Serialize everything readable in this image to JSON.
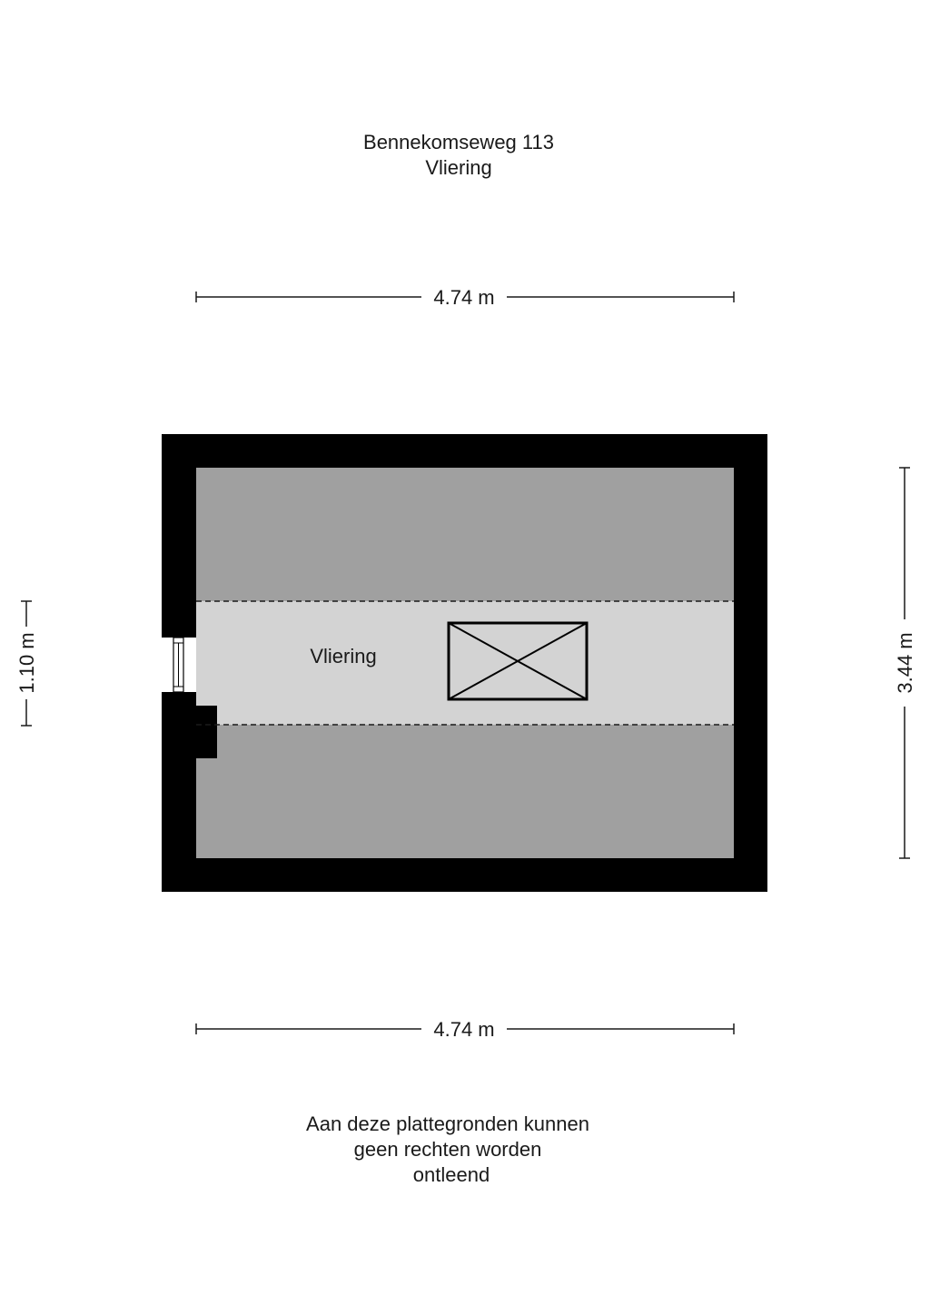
{
  "header": {
    "address": "Bennekomseweg 113",
    "floor_name": "Vliering"
  },
  "dimensions": {
    "top_width": "4.74 m",
    "bottom_width": "4.74 m",
    "right_height": "3.44 m",
    "left_height": "1.10 m"
  },
  "rooms": [
    {
      "label": "Vliering"
    }
  ],
  "disclaimer": {
    "line1": "Aan deze plattegronden kunnen",
    "line2": "geen rechten worden",
    "line3": "ontleend"
  },
  "colors": {
    "wall": "#000000",
    "low_ceiling_area": "#a0a0a0",
    "standing_height_area": "#d3d3d3",
    "dimension_line": "#1a1a1a"
  }
}
